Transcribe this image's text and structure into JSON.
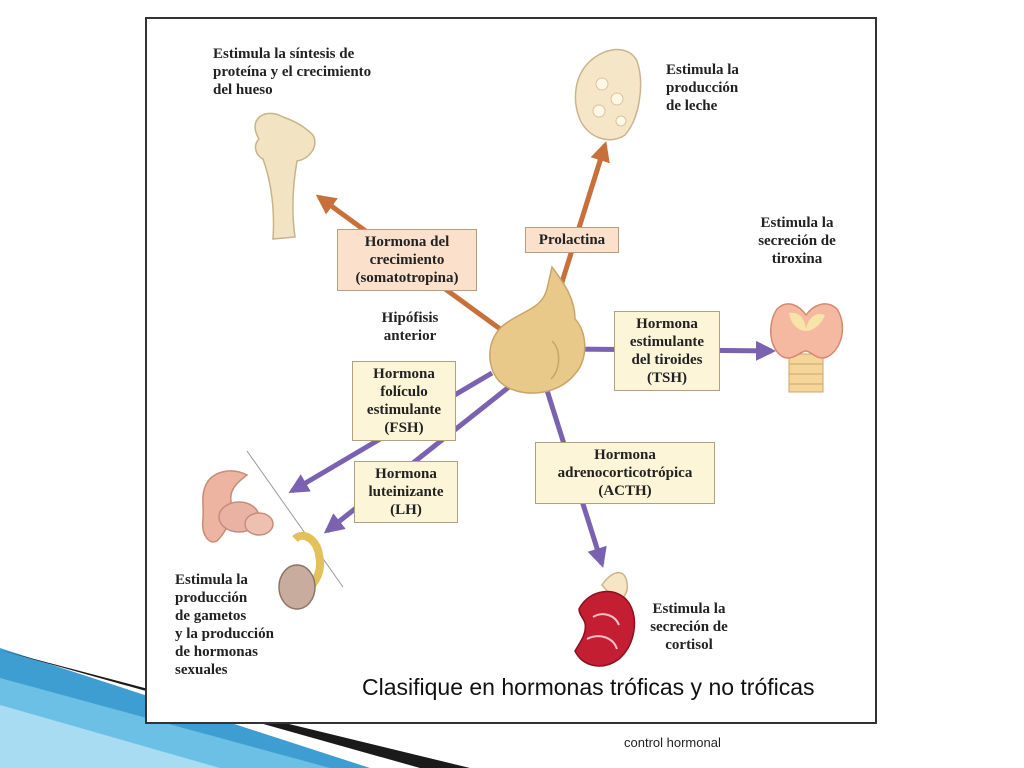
{
  "diagram": {
    "gland_label": [
      "Hipófisis",
      "anterior"
    ],
    "hormones": {
      "gh": [
        "Hormona del",
        "crecimiento",
        "(somatotropina)"
      ],
      "prolactin": [
        "Prolactina"
      ],
      "tsh": [
        "Hormona",
        "estimulante",
        "del tiroides",
        "(TSH)"
      ],
      "fsh": [
        "Hormona",
        "folículo",
        "estimulante",
        "(FSH)"
      ],
      "lh": [
        "Hormona",
        "luteinizante",
        "(LH)"
      ],
      "acth": [
        "Hormona",
        "adrenocorticotrópica",
        "(ACTH)"
      ]
    },
    "effects": {
      "bone": [
        "Estimula la síntesis de",
        "proteína y el crecimiento",
        "del hueso"
      ],
      "milk": [
        "Estimula la",
        "producción",
        "de leche"
      ],
      "thyroid": [
        "Estimula la",
        "secreción de",
        "tiroxina"
      ],
      "gonads": [
        "Estimula la",
        "producción",
        "de gametos",
        "y la producción",
        "de hormonas",
        "sexuales"
      ],
      "adrenal": [
        "Estimula la",
        "secreción de",
        "cortisol"
      ]
    },
    "arrow_colors": {
      "orange": "#c8703a",
      "purple": "#7a62b0"
    },
    "question": "Clasifique en hormonas tróficas y no tróficas"
  },
  "footer": "control hormonal"
}
